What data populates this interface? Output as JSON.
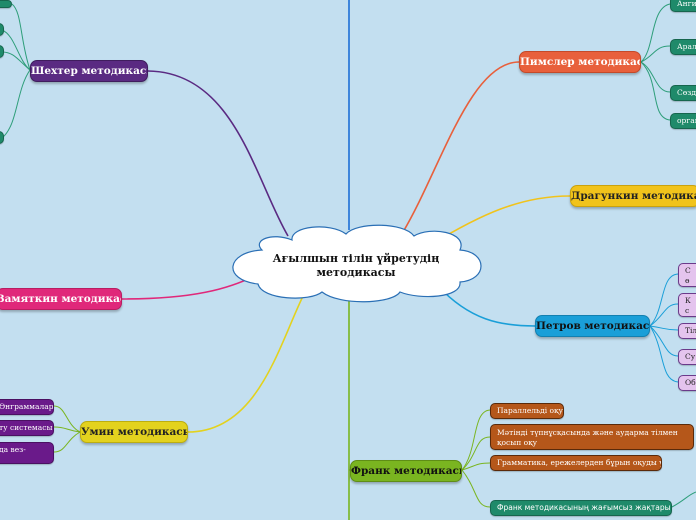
{
  "center": {
    "line1": "Ағылшын тілін үйретудің",
    "line2": "методикасы"
  },
  "branches": {
    "shekhter": "Шехтер методикасы",
    "pimsler": "Пимслер методикасы",
    "dragunkin": "Драгункин методикасы",
    "zamyatkin": "Замяткин методикасы",
    "petrov": "Петров методикасы",
    "umin": "Умин методикасы",
    "frank": "Франк методикасы"
  },
  "pimsler_items": [
    "Анги",
    "Арал",
    "Сөзді",
    "орган"
  ],
  "petrov_items": [
    "С\nө",
    "К\nс",
    "Тіл",
    "Су",
    "Об"
  ],
  "umin_items": [
    "Өнграммалар",
    "ту системасы",
    "да вез-"
  ],
  "frank_items": [
    "Параллельді оқу",
    "Мәтінді түпнұсқасында және аударма тілмен қосып оқу",
    "Грамматика, ережелерден бұрын оқуды үйрену",
    "Франк методикасының жағымсыз жақтары"
  ],
  "colors": {
    "background": "#c3dff0",
    "shekhter": "#5a2a82",
    "pimsler": "#e8603c",
    "dragunkin": "#f1c31b",
    "zamyatkin": "#e0287a",
    "petrov": "#1a9fd8",
    "umin": "#e3d21e",
    "frank": "#7ab520",
    "center_line": "#1d6fd6"
  }
}
